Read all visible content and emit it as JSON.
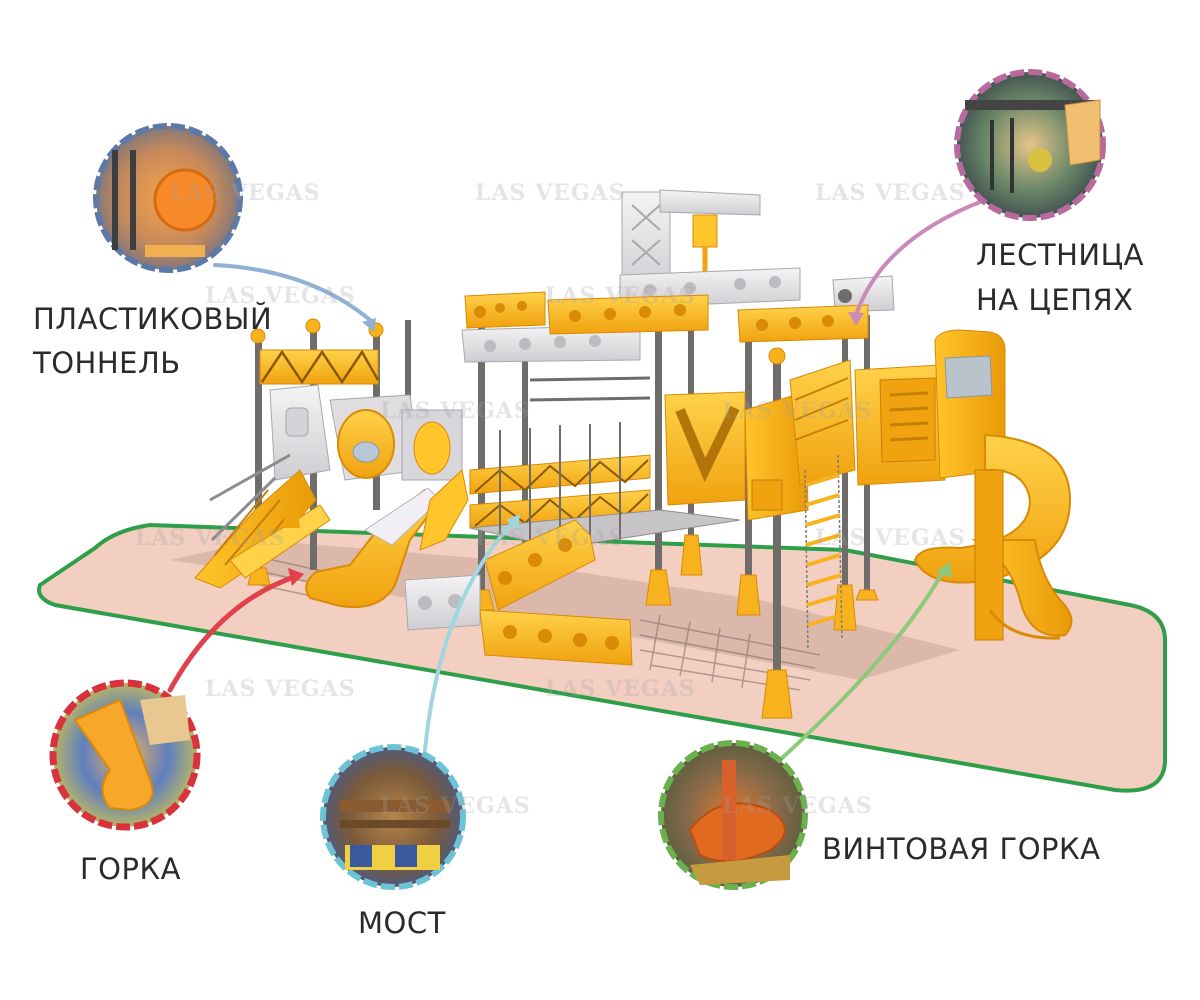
{
  "callouts": {
    "tunnel": {
      "line1": "ПЛАСТИКОВЫЙ",
      "line2": "ТОННЕЛЬ",
      "color": "#8fb1d6"
    },
    "chain_ladder": {
      "line1": "ЛЕСТНИЦА",
      "line2": "НА ЦЕПЯХ",
      "color": "#c98ab8"
    },
    "slide": {
      "line1": "ГОРКА",
      "color": "#e0414a"
    },
    "bridge": {
      "line1": "МОСТ",
      "color": "#9fd6e0"
    },
    "spiral_slide": {
      "line1": "ВИНТОВАЯ ГОРКА",
      "color": "#8cc97a"
    }
  },
  "watermark": {
    "text": "LAS VEGAS"
  },
  "colors": {
    "floor": "#f3cfc1",
    "floor_border": "#2e9f48",
    "yellow": "#f7b21e",
    "gray_post": "#6f6c6a",
    "white_block": "#e6e4e6"
  }
}
